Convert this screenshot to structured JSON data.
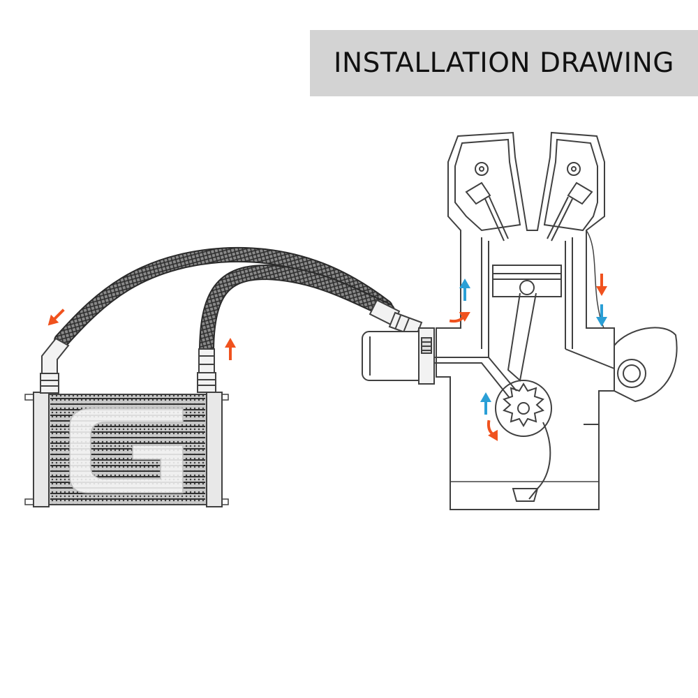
{
  "title": "INSTALLATION DRAWING",
  "brand_mark": "G",
  "colors": {
    "banner_bg": "#d3d3d3",
    "outline": "#404040",
    "hose": "#6b6b6b",
    "cold_arrow": "#2a9fd6",
    "hot_arrow": "#f0521e"
  },
  "components": [
    "oil-cooler",
    "braided-hose-outlet",
    "braided-hose-inlet",
    "oil-filter",
    "sandwich-plate-adapter",
    "engine-cylinder-head",
    "piston",
    "crankshaft-oil-pump",
    "oil-pan"
  ],
  "flow_arrows": [
    {
      "location": "cooler-outlet-fitting",
      "color": "hot_arrow",
      "direction": "down-left"
    },
    {
      "location": "cooler-inlet-fitting",
      "color": "hot_arrow",
      "direction": "up"
    },
    {
      "location": "filter-to-block",
      "color": "hot_arrow",
      "direction": "curved-up-right"
    },
    {
      "location": "cylinder-left-gallery",
      "color": "cold_arrow",
      "direction": "up"
    },
    {
      "location": "cylinder-right-return-top",
      "color": "hot_arrow",
      "direction": "down"
    },
    {
      "location": "cylinder-right-return-bottom",
      "color": "cold_arrow",
      "direction": "down"
    },
    {
      "location": "oil-pump-outlet",
      "color": "cold_arrow",
      "direction": "up"
    },
    {
      "location": "oil-pump-pickup",
      "color": "hot_arrow",
      "direction": "curved-down"
    }
  ]
}
